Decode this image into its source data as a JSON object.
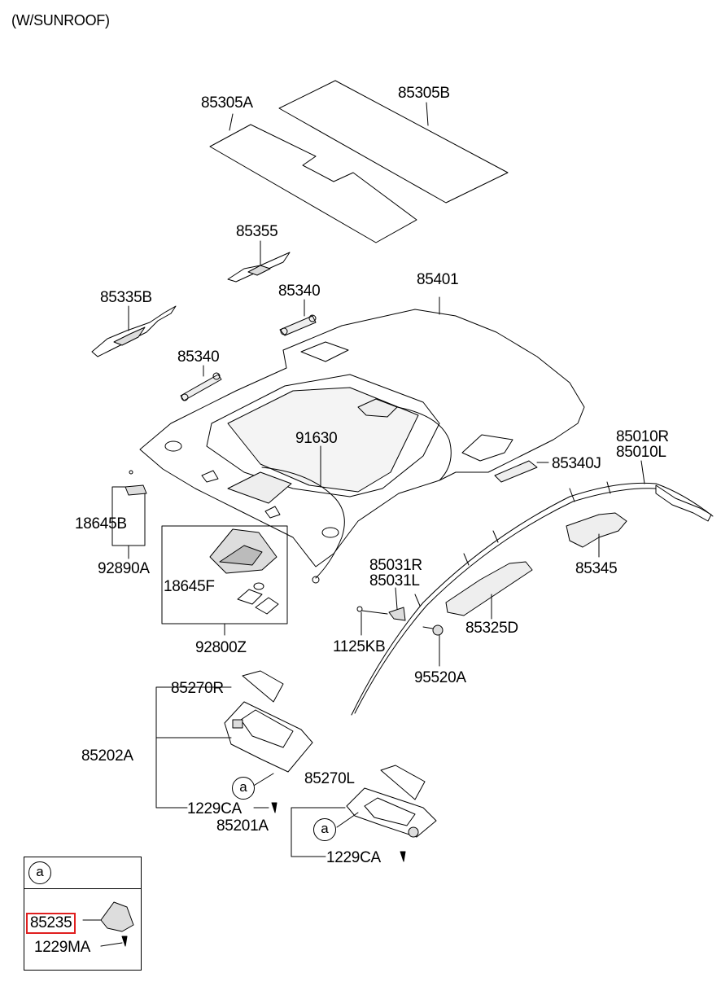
{
  "header": {
    "title": "(W/SUNROOF)"
  },
  "parts": {
    "p85305A": "85305A",
    "p85305B": "85305B",
    "p85355": "85355",
    "p85335B": "85335B",
    "p85340_top": "85340",
    "p85340_mid": "85340",
    "p85401": "85401",
    "p91630": "91630",
    "p85010R": "85010R",
    "p85010L": "85010L",
    "p85340J": "85340J",
    "p18645B": "18645B",
    "p92890A": "92890A",
    "p18645F": "18645F",
    "p92800Z": "92800Z",
    "p85031R": "85031R",
    "p85031L": "85031L",
    "p1125KB": "1125KB",
    "p85345": "85345",
    "p85325D": "85325D",
    "p95520A": "95520A",
    "p85270R": "85270R",
    "p85202A": "85202A",
    "p1229CA_1": "1229CA",
    "p85270L": "85270L",
    "p85201A": "85201A",
    "p1229CA_2": "1229CA"
  },
  "callouts": {
    "a1": "a",
    "a2": "a"
  },
  "inset": {
    "ref": "a",
    "highlighted_part": "85235",
    "screw": "1229MA",
    "highlight_color": "#e02020"
  }
}
